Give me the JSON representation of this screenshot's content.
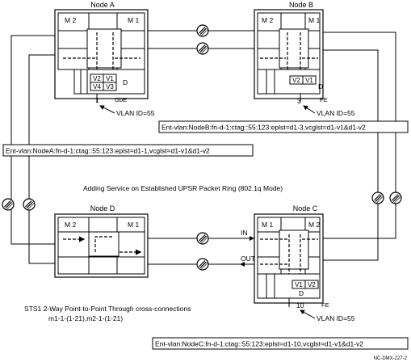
{
  "nodes": {
    "a": {
      "title": "Node A",
      "m1": "M 1",
      "m2": "M 2",
      "card": "D",
      "vlans": [
        "V2",
        "V1",
        "V4",
        "V3"
      ],
      "port": "1",
      "port_type": "GbE",
      "vlan_label": "VLAN ID=55"
    },
    "b": {
      "title": "Node B",
      "m1": "M 1",
      "m2": "M 2",
      "card": "D",
      "vlans": [
        "V2",
        "V1"
      ],
      "port": "3",
      "port_type": "FE",
      "vlan_label": "VLAN ID=55"
    },
    "c": {
      "title": "Node C",
      "m1": "M 1",
      "m2": "M 2",
      "card": "D",
      "vlans": [
        "V1",
        "V2"
      ],
      "port": "10",
      "port_type": "FE",
      "vlan_label": "VLAN ID=55",
      "in_label": "IN",
      "out_label": "OUT"
    },
    "d": {
      "title": "Node D",
      "m1": "M 1",
      "m2": "M 2"
    }
  },
  "commands": {
    "node_b": "Ent-vlan:NodeB:fn-d-1:ctag::55:123:eplst=d1-3,vcglst=d1-v1&d1-v2",
    "node_a": "Ent-vlan:NodeA:fn-d-1:ctag::55:123:eplst=d1-1,vcglst=d1-v1&d1-v2",
    "node_c": "Ent-vlan:NodeC:fn-d-1:ctag::55:123:eplst=d1-10,vcglst=d1-v1&d1-v2"
  },
  "caption": "Adding Service on Established UPSR Packet Ring (802.1q Mode)",
  "sts_note": {
    "line1": "STS1 2-Way Point-to-Point Through cross-connections",
    "line2": "m1-1-(1-21),m2-1-(1-21)"
  },
  "figure_id": "NC-DMX-227-2",
  "icons": [
    "optical-connector-icon"
  ]
}
